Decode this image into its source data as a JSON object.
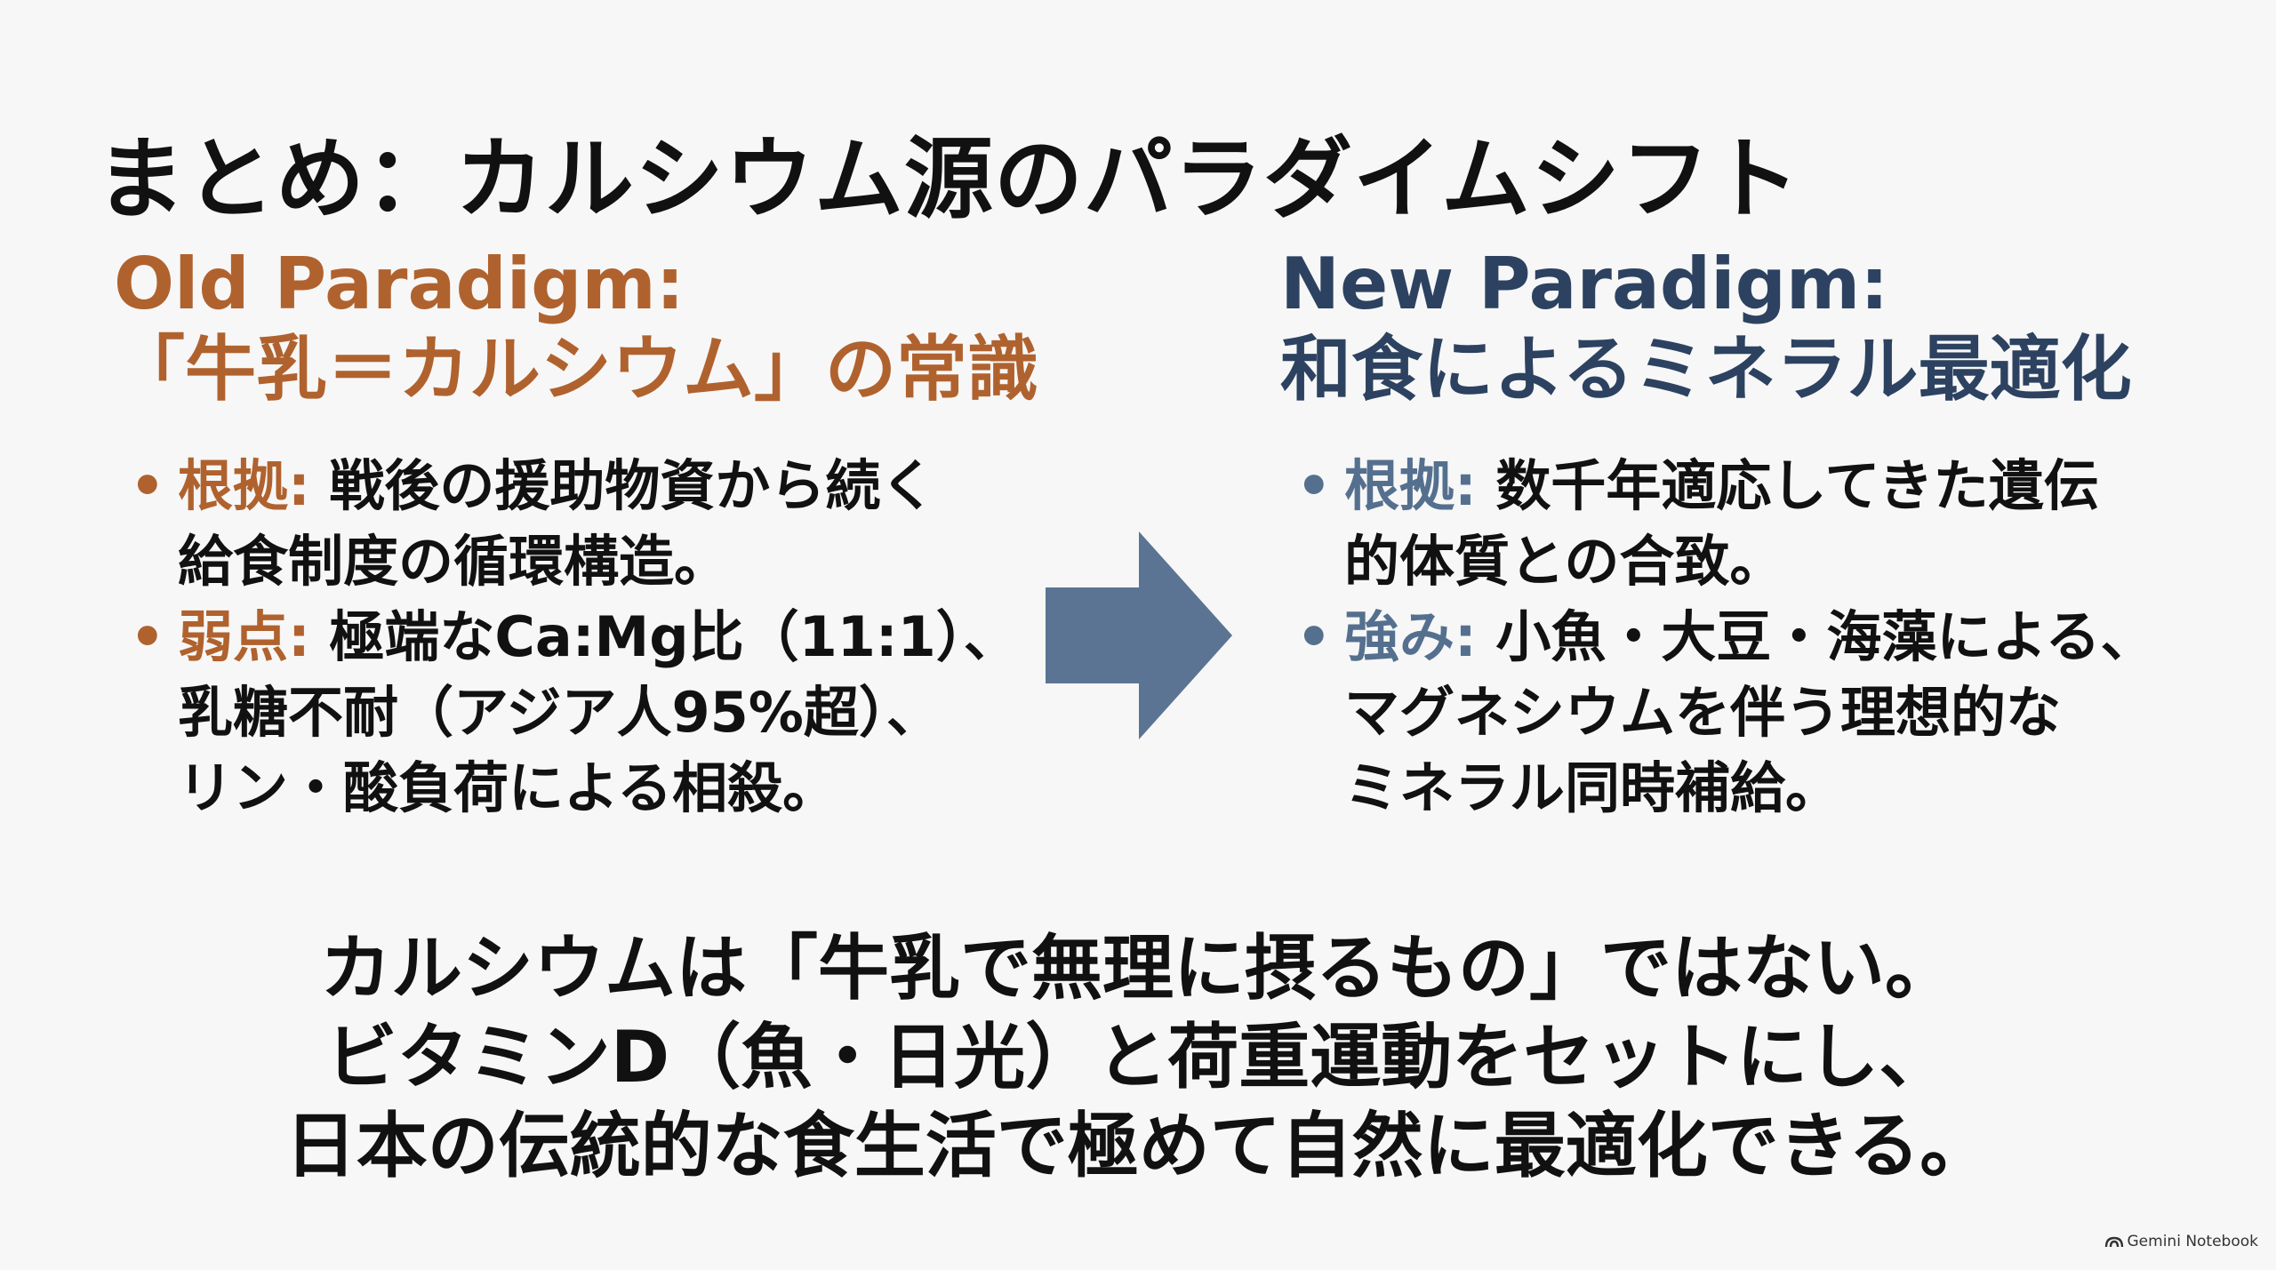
{
  "title": "まとめ：カルシウム源のパラダイムシフト",
  "old_paradigm": {
    "heading_line1": "Old Paradigm:",
    "heading_line2": "「牛乳＝カルシウム」の常識",
    "bullets": [
      {
        "key": "根拠:",
        "line1": " 戦後の援助物資から続く",
        "line2": "給食制度の循環構造。"
      },
      {
        "key": "弱点:",
        "line1": " 極端なCa:Mg比（11:1）、",
        "line2": "乳糖不耐（アジア人95%超）、",
        "line3": "リン・酸負荷による相殺。"
      }
    ]
  },
  "new_paradigm": {
    "heading_line1": "New Paradigm:",
    "heading_line2": "和食によるミネラル最適化",
    "bullets": [
      {
        "key": "根拠:",
        "line1": " 数千年適応してきた遺伝",
        "line2": "的体質との合致。"
      },
      {
        "key": "強み:",
        "line1": " 小魚・大豆・海藻による、",
        "line2": "マグネシウムを伴う理想的な",
        "line3": "ミネラル同時補給。"
      }
    ]
  },
  "bullet_symbol": "•",
  "conclusion": {
    "line1": "カルシウムは「牛乳で無理に摂るもの」ではない。",
    "line2": "ビタミンD（魚・日光）と荷重運動をセットにし、",
    "line3": "日本の伝統的な食生活で極めて自然に最適化できる。"
  },
  "watermark": "Gemini Notebook",
  "colors": {
    "old_accent": "#b0622e",
    "new_accent": "#2c4260",
    "new_bullet": "#55708f",
    "arrow": "#5c7493"
  },
  "icons": {
    "arrow": "right-arrow-icon",
    "watermark": "notebook-logo-icon"
  }
}
